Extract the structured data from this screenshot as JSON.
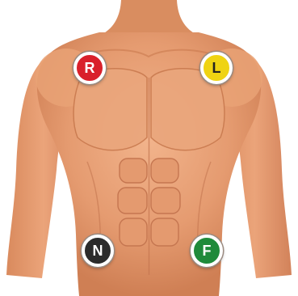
{
  "electrodes": [
    {
      "id": "R",
      "label": "R",
      "color": "#d9202b",
      "text_color": "#ffffff"
    },
    {
      "id": "L",
      "label": "L",
      "color": "#efd312",
      "text_color": "#222222"
    },
    {
      "id": "N",
      "label": "N",
      "color": "#2b2b2b",
      "text_color": "#ffffff"
    },
    {
      "id": "F",
      "label": "F",
      "color": "#1f8a3a",
      "text_color": "#ffffff"
    }
  ],
  "skin": {
    "base": "#e59b70",
    "shadow": "#c9774b",
    "highlight": "#f2b48c"
  }
}
